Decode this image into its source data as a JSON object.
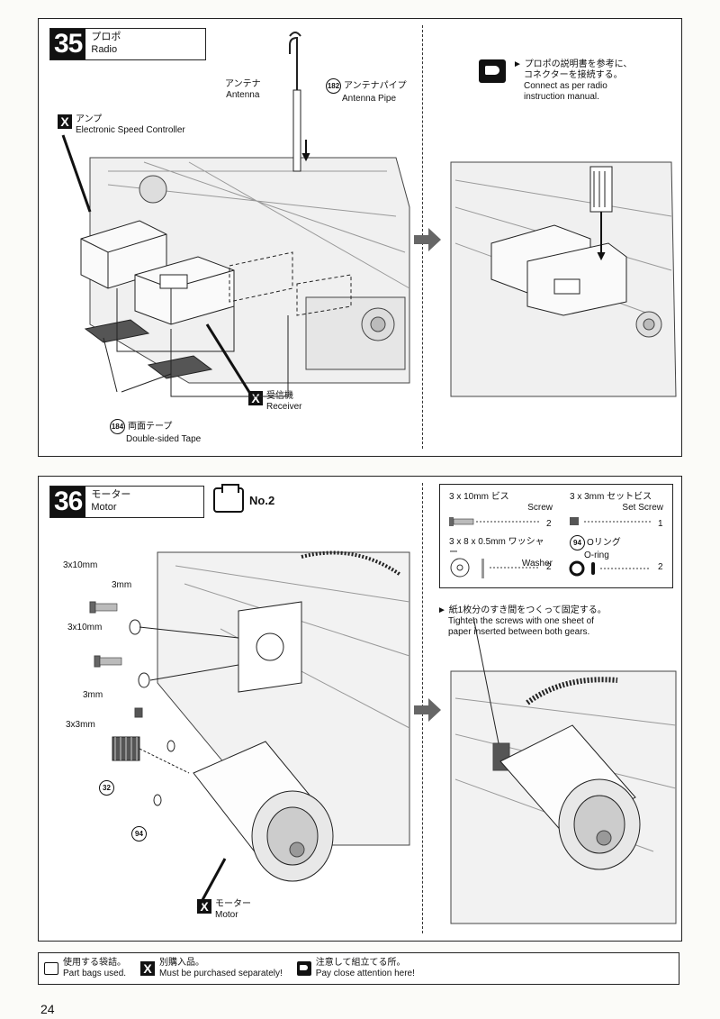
{
  "step35": {
    "number": "35",
    "title_jp": "プロポ",
    "title_en": "Radio",
    "antenna_jp": "アンテナ",
    "antenna_en": "Antenna",
    "antenna_pipe_num": "182",
    "antenna_pipe_jp": "アンテナパイプ",
    "antenna_pipe_en": "Antenna Pipe",
    "amp_jp": "アンプ",
    "amp_en": "Electronic Speed Controller",
    "receiver_jp": "受信機",
    "receiver_en": "Receiver",
    "tape_num": "184",
    "tape_jp": "両面テープ",
    "tape_en": "Double-sided Tape",
    "note_jp_1": "プロポの説明書を参考に、",
    "note_jp_2": "コネクターを接続する。",
    "note_en_1": "Connect as per radio",
    "note_en_2": "instruction manual."
  },
  "step36": {
    "number": "36",
    "title_jp": "モーター",
    "title_en": "Motor",
    "bag_no": "No.2",
    "parts": [
      {
        "size": "3 x 10mm",
        "jp": "ビス",
        "en": "Screw",
        "qty": "2"
      },
      {
        "size": "3 x 3mm",
        "jp": "セットビス",
        "en": "Set Screw",
        "qty": "1"
      },
      {
        "size": "3 x 8 x 0.5mm",
        "jp": "ワッシャー",
        "en": "Washer",
        "qty": "2"
      },
      {
        "num": "94",
        "jp": "Oリング",
        "en": "O-ring",
        "qty": "2"
      }
    ],
    "callouts": {
      "screw_a": "3x10mm",
      "washer_a": "3mm",
      "screw_b": "3x10mm",
      "washer_b": "3mm",
      "setscrew": "3x3mm",
      "pinion_num": "32",
      "oring_num_a": "94",
      "oring_num_b": "94",
      "motor_jp": "モーター",
      "motor_en": "Motor"
    },
    "note_jp": "紙1枚分のすき間をつくって固定する。",
    "note_en_1": "Tighten the screws with one sheet of",
    "note_en_2": "paper inserted between both gears."
  },
  "legend": {
    "bags_jp": "使用する袋詰。",
    "bags_en": "Part bags used.",
    "separate_jp": "別購入品。",
    "separate_en": "Must be purchased separately!",
    "attention_jp": "注意して組立てる所。",
    "attention_en": "Pay close attention here!"
  },
  "page_number": "24",
  "x_mark": "X"
}
